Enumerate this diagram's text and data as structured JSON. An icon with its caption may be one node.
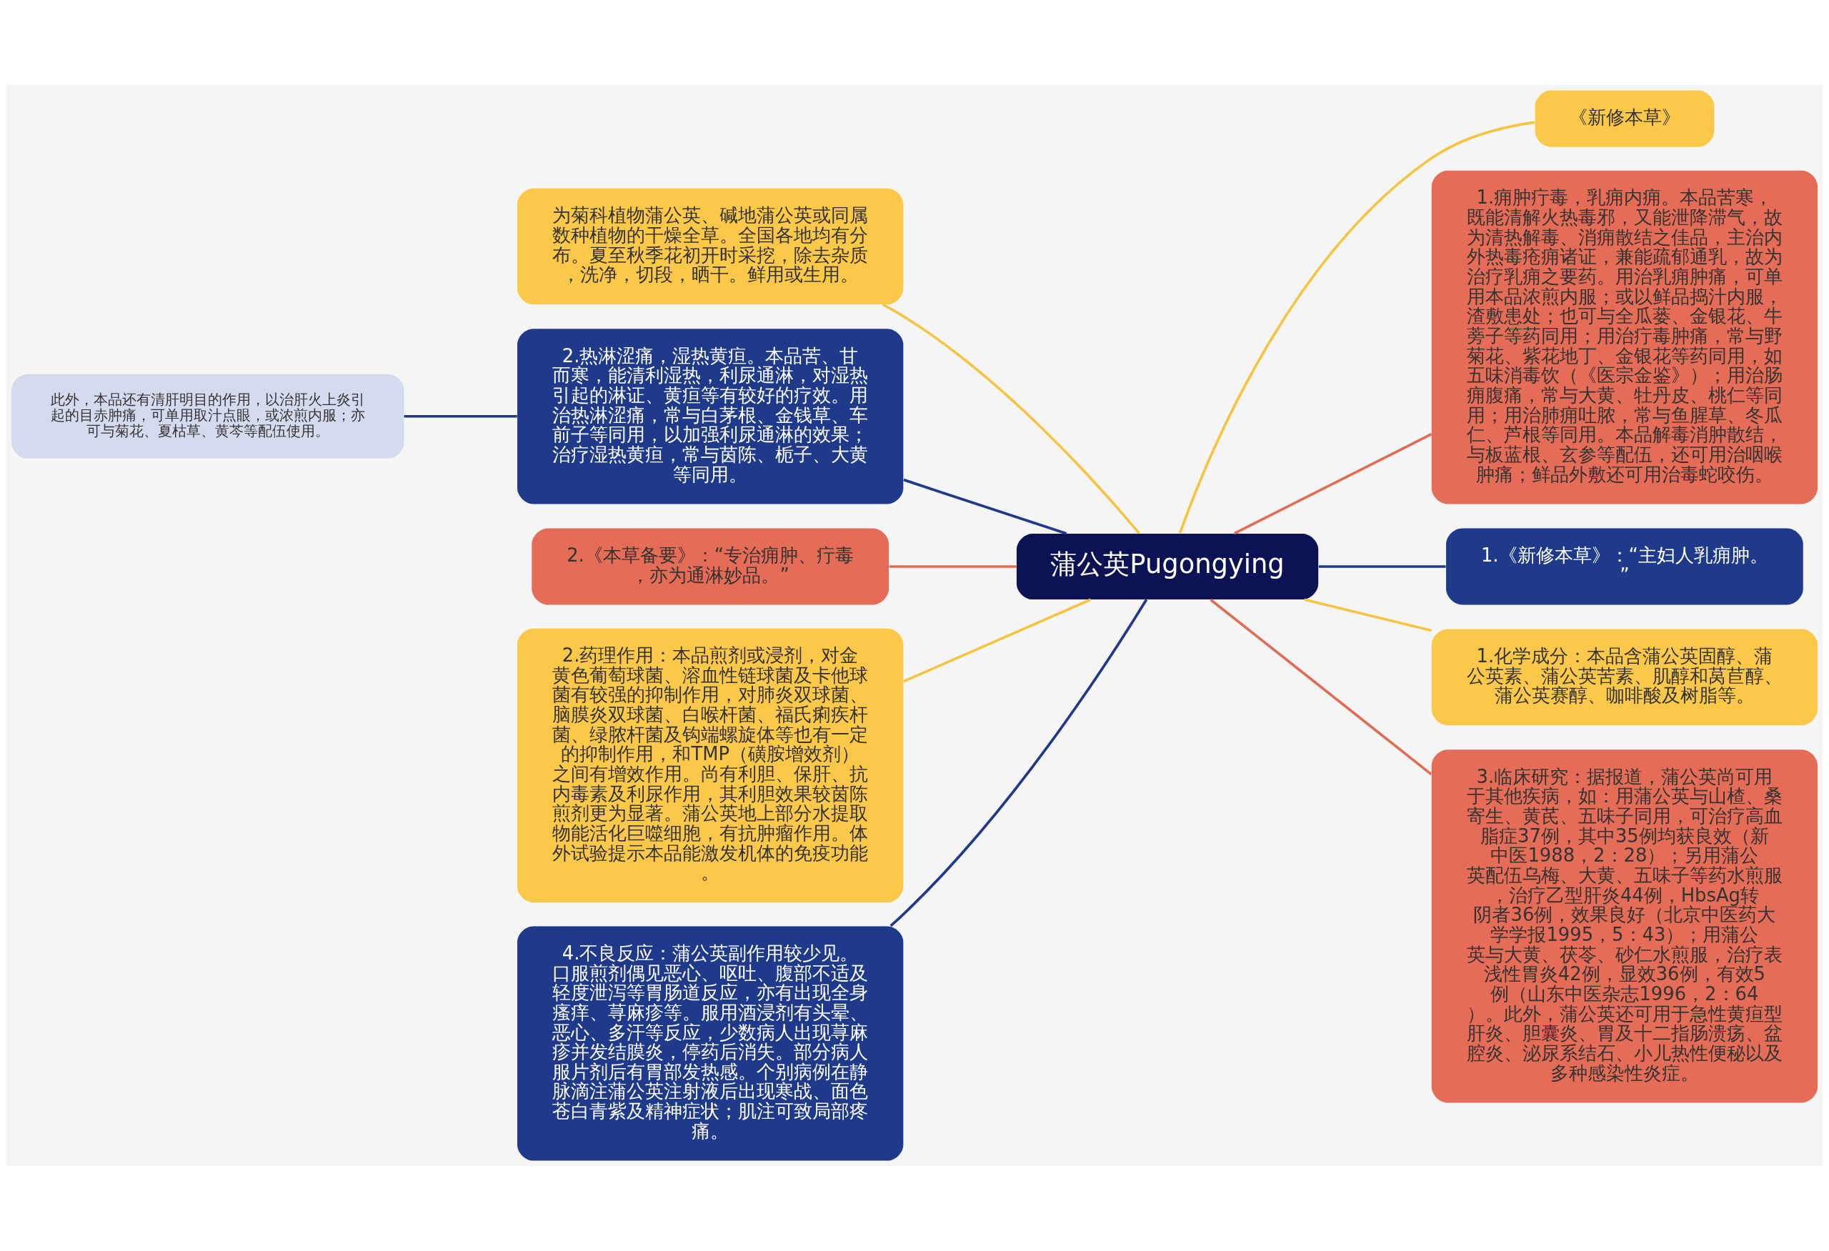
{
  "diagram": {
    "nodes": [
      {
        "text": [
          "蒲公英Pugongying"
        ]
      },
      {
        "text": [
          "为菊科植物蒲公英、碱地蒲公英或同属数种植物的干燥全草。全国各地均有分布。夏至秋季花初开时采挖，除去杂质，洗净，切段，晒干。鲜用或生用。"
        ]
      },
      {
        "text": [
          "2.热淋涩痛，湿热黄疸。本品苦、甘而寒，能清利湿热，利尿通淋，对湿热引起的淋证、黄疸等有较好的疗效。用治热淋涩痛，常与白茅根、金钱草、车前子等同用，以加强利尿通淋的效果；治疗湿热黄疸，常与茵陈、栀子、大黄等同用。"
        ]
      },
      {
        "text": [
          "此外，本品还有清肝明目的作用，以治肝火上炎引起的目赤肿痛，可单用取汁点眼，或浓煎内服；亦可与菊花、夏枯草、黄芩等配伍使用。"
        ]
      },
      {
        "text": [
          "2.《本草备要》：“专治痈肿、疔毒，亦为通淋妙品。”"
        ]
      },
      {
        "text": [
          "2.药理作用：本品煎剂或浸剂，对金黄色葡萄球菌、溶血性链球菌及卡他球菌有较强的抑制作用，对肺炎双球菌、脑膜炎双球菌、白喉杆菌、福氏痢疾杆菌、绿脓杆菌及钩端螺旋体等也有一定的抑制作用，和TMP（磺胺增效剂）之间有增效作用。尚有利胆、保肝、抗内毒素及利尿作用，其利胆效果较茵陈煎剂更为显著。蒲公英地上部分水提取物能活化巨噬细胞，有抗肿瘤作用。体外试验提示本品能激发机体的免疫功能。"
        ]
      },
      {
        "text": [
          "4.不良反应：蒲公英副作用较少见。口服煎剂偶见恶心、呕吐、腹部不适及轻度泄泻等胃肠道反应，亦有出现全身瘙痒、荨麻疹等。服用酒浸剂有头晕、恶心、多汗等反应，少数病人出现荨麻疹并发结膜炎，停药后消失。部分病人服片剂后有胃部发热感。个别病例在静脉滴注蒲公英注射液后出现寒战、面色苍白青紫及精神症状；肌注可致局部疼痛。"
        ]
      },
      {
        "text": [
          "《新修本草》"
        ]
      },
      {
        "text": [
          "1.痈肿疔毒，乳痈内痈。本品苦寒，既能清解火热毒邪，又能泄降滞气，故为清热解毒、消痈散结之佳品，主治内外热毒疮痈诸证，兼能疏郁通乳，故为治疗乳痈之要药。用治乳痈肿痛，可单用本品浓煎内服；或以鲜品捣汁内服，渣敷患处；也可与全瓜蒌、金银花、牛蒡子等药同用；用治疔毒肿痛，常与野菊花、紫花地丁、金银花等药同用，如五味消毒饮（《医宗金鉴》）；用治肠痈腹痛，常与大黄、牡丹皮、桃仁等同用；用治肺痈吐脓，常与鱼腥草、冬瓜仁、芦根等同用。本品解毒消肿散结，与板蓝根、玄参等配伍，还可用治咽喉肿痛；鲜品外敷还可用治毒蛇咬伤。"
        ]
      },
      {
        "text": [
          "1.《新修本草》：“主妇人乳痈肿。”"
        ]
      },
      {
        "text": [
          "1.化学成分：本品含蒲公英固醇、蒲公英素、蒲公英苦素、肌醇和莴苣醇、蒲公英赛醇、咖啡酸及树脂等。"
        ]
      },
      {
        "text": [
          "3.临床研究：据报道，蒲公英尚可用于其他疾病，如：用蒲公英与山楂、桑寄生、黄芪、五味子同用，可治疗高血脂症37例，其中35例均获良效（新中医1988，2：28）；另用蒲公英配伍乌梅、大黄、五味子等药水煎服，治疗乙型肝炎44例，HbsAg转阴者36例，效果良好（北京中医药大学学报1995，5：43）；用蒲公英与大黄、茯苓、砂仁水煎服，治疗表浅性胃炎42例，显效36例，有效5例（山东中医杂志1996，2：64）。此外，蒲公英还可用于急性黄疸型肝炎、胆囊炎、胃及十二指肠溃疡、盆腔炎、泌尿系结石、小儿热性便秘以及多种感染性炎症。"
        ]
      }
    ],
    "edges": [
      {
        "from": 0,
        "to": 1,
        "arrow": "none",
        "color": "#f5c542"
      },
      {
        "from": 0,
        "to": 2,
        "arrow": "none",
        "color": "#1f3a8a"
      },
      {
        "from": 2,
        "to": 3,
        "arrow": "none",
        "color": "#1f3a8a"
      },
      {
        "from": 0,
        "to": 4,
        "arrow": "none",
        "color": "#e06c55"
      },
      {
        "from": 0,
        "to": 5,
        "arrow": "none",
        "color": "#f5c542"
      },
      {
        "from": 0,
        "to": 6,
        "arrow": "none",
        "color": "#1f3a8a"
      },
      {
        "from": 0,
        "to": 7,
        "arrow": "none",
        "color": "#f5c542"
      },
      {
        "from": 0,
        "to": 8,
        "arrow": "none",
        "color": "#e06c55"
      },
      {
        "from": 0,
        "to": 9,
        "arrow": "none",
        "color": "#1f3a8a"
      },
      {
        "from": 0,
        "to": 10,
        "arrow": "none",
        "color": "#f5c542"
      },
      {
        "from": 0,
        "to": 11,
        "arrow": "none",
        "color": "#e06c55"
      }
    ]
  }
}
